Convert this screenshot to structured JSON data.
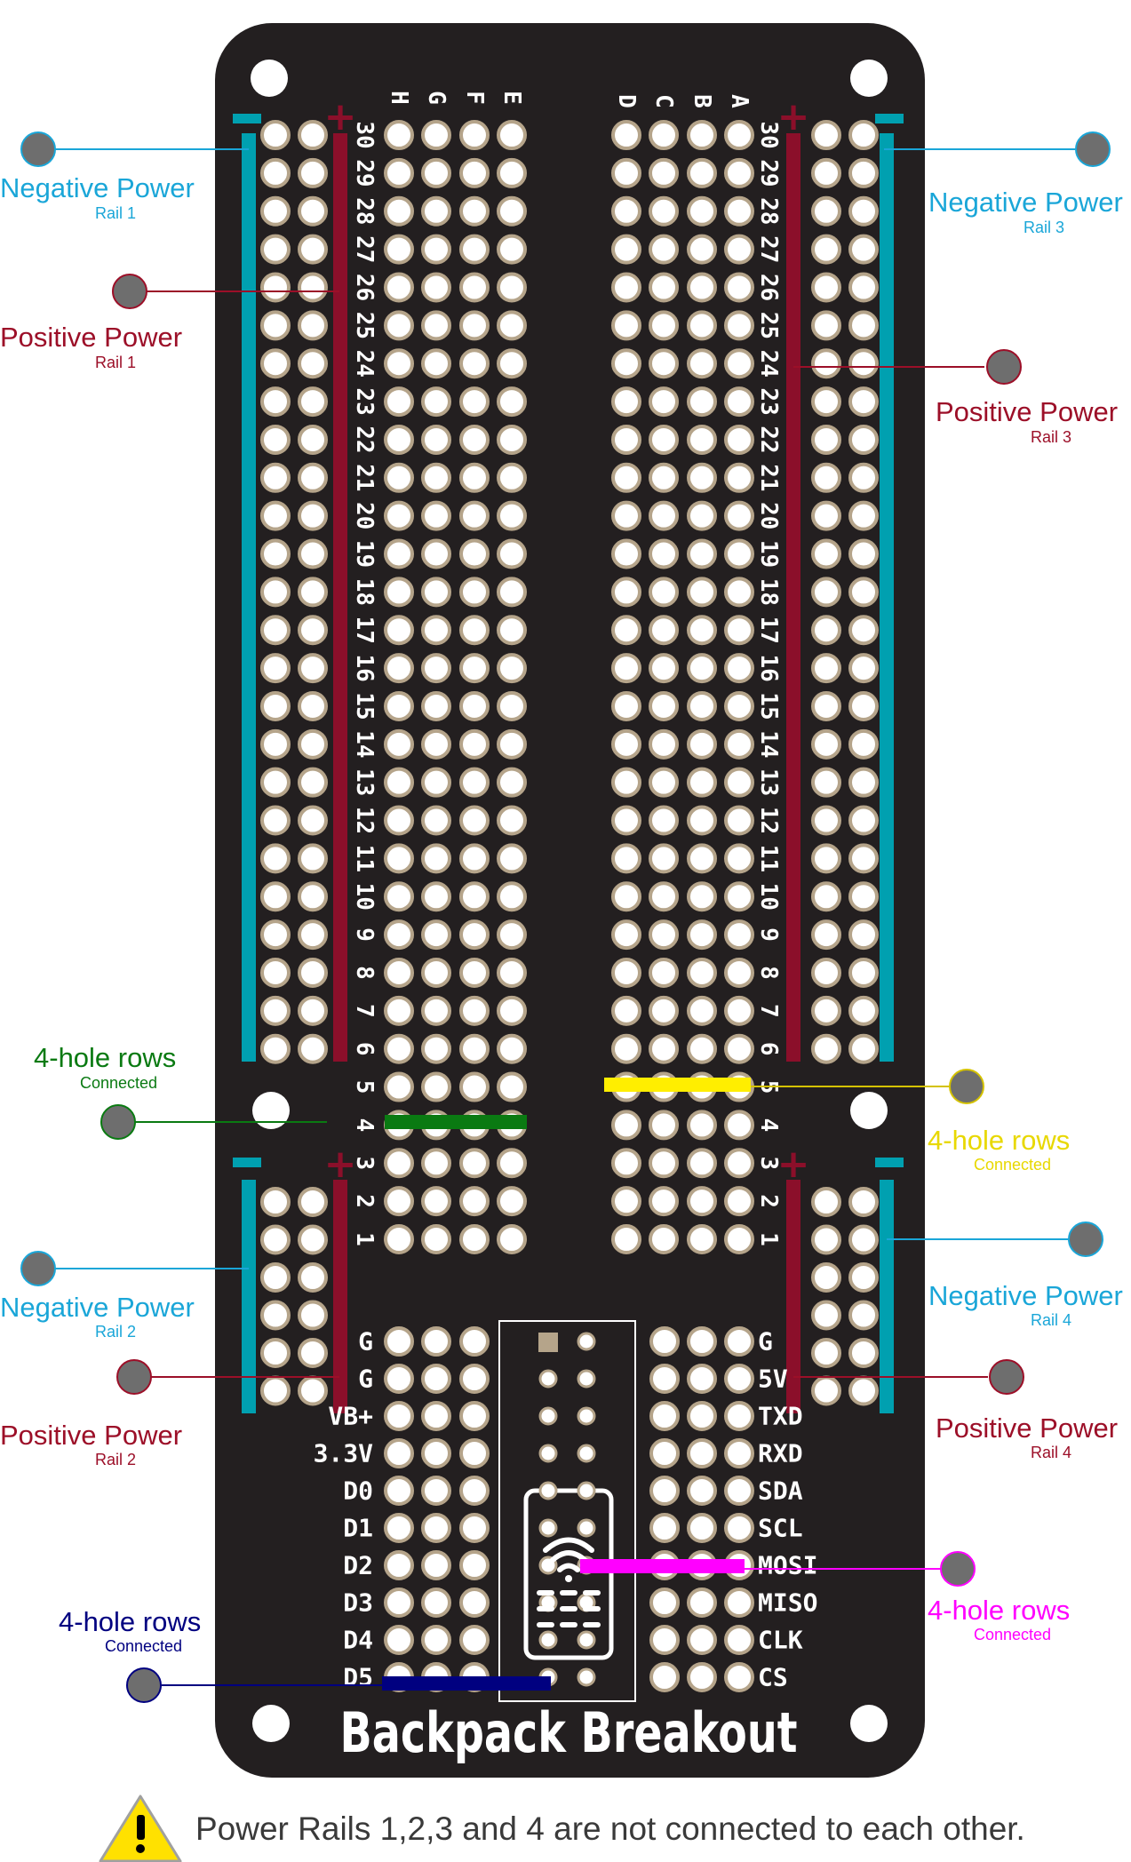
{
  "board": {
    "title": "Backpack Breakout",
    "left_column_letters": [
      "H",
      "G",
      "F",
      "E"
    ],
    "right_column_letters": [
      "D",
      "C",
      "B",
      "A"
    ],
    "row_numbers": [
      "30",
      "29",
      "28",
      "27",
      "26",
      "25",
      "24",
      "23",
      "22",
      "21",
      "20",
      "19",
      "18",
      "17",
      "16",
      "15",
      "14",
      "13",
      "12",
      "11",
      "10",
      "9",
      "8",
      "7",
      "6",
      "5",
      "4",
      "3",
      "2",
      "1"
    ],
    "left_pin_labels": [
      "G",
      "G",
      "VB+",
      "3.3V",
      "D0",
      "D1",
      "D2",
      "D3",
      "D4",
      "D5"
    ],
    "right_pin_labels": [
      "G",
      "5V",
      "TXD",
      "RXD",
      "SDA",
      "SCL",
      "MOSI",
      "MISO",
      "CLK",
      "CS"
    ],
    "rail_symbols": {
      "positive": "+",
      "negative": "−"
    }
  },
  "callouts": {
    "neg1": {
      "title": "Negative Power",
      "sub": "Rail 1"
    },
    "pos1": {
      "title": "Positive Power",
      "sub": "Rail 1"
    },
    "neg3": {
      "title": "Negative Power",
      "sub": "Rail 3"
    },
    "pos3": {
      "title": "Positive Power",
      "sub": "Rail 3"
    },
    "neg2": {
      "title": "Negative Power",
      "sub": "Rail 2"
    },
    "pos2": {
      "title": "Positive Power",
      "sub": "Rail 2"
    },
    "neg4": {
      "title": "Negative Power",
      "sub": "Rail 4"
    },
    "pos4": {
      "title": "Positive Power",
      "sub": "Rail 4"
    },
    "rows_green": {
      "title": "4-hole rows",
      "sub": "Connected"
    },
    "rows_yellow": {
      "title": "4-hole rows",
      "sub": "Connected"
    },
    "rows_navy": {
      "title": "4-hole rows",
      "sub": "Connected"
    },
    "rows_magenta": {
      "title": "4-hole rows",
      "sub": "Connected"
    }
  },
  "note": {
    "text": "Power Rails 1,2,3 and 4 are not connected to each other.",
    "icon": "warning-icon"
  },
  "colors": {
    "board": "#231f20",
    "hole": "#ffffff",
    "hole_ring": "#b5a48a",
    "negative_rail": "#00a0b0",
    "positive_rail": "#8b0f2a",
    "green": "#0a7a12",
    "yellow": "#ffee00",
    "navy": "#000080",
    "magenta": "#ff00ff",
    "neg_text": "#1aa6d8",
    "pos_text": "#9c0f28",
    "marker": "#6e6e6e",
    "warning": "#ffe100"
  }
}
